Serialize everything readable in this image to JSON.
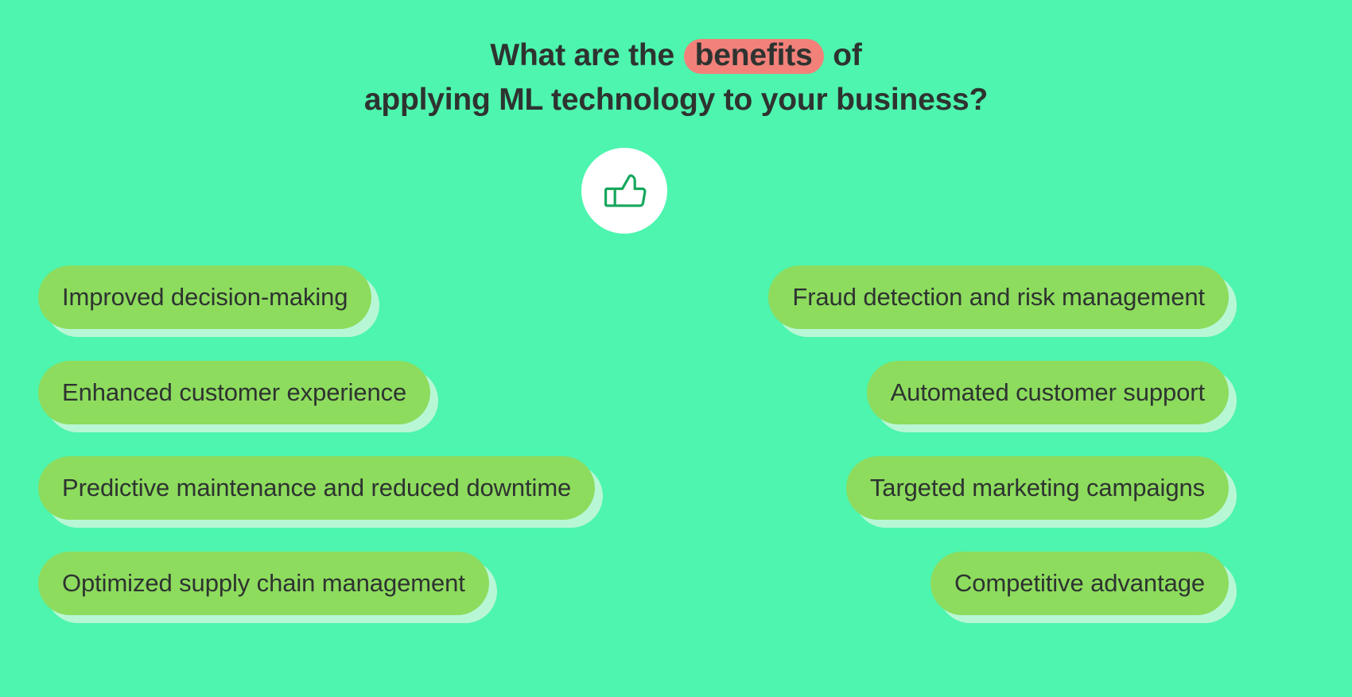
{
  "theme": {
    "background_color": "#4DF5AE",
    "pill_color": "#8DDC5E",
    "pill_shadow_color": "#B8F7D6",
    "highlight_color": "#F2817A",
    "text_color": "#2E3330",
    "icon_color": "#16A75C",
    "circle_color": "#FFFFFF"
  },
  "title": {
    "line1_before": "What are the ",
    "line1_highlight": "benefits",
    "line1_after": " of",
    "line2": "applying ML technology to your business?"
  },
  "icon": {
    "name": "thumbs-up-icon",
    "label": "thumbs up"
  },
  "benefits": {
    "left": [
      {
        "label": "Improved decision-making"
      },
      {
        "label": "Enhanced customer experience"
      },
      {
        "label": "Predictive maintenance and reduced downtime"
      },
      {
        "label": "Optimized supply chain management"
      }
    ],
    "right": [
      {
        "label": "Fraud detection and risk management"
      },
      {
        "label": "Automated customer support"
      },
      {
        "label": "Targeted marketing campaigns"
      },
      {
        "label": "Competitive advantage"
      }
    ]
  }
}
